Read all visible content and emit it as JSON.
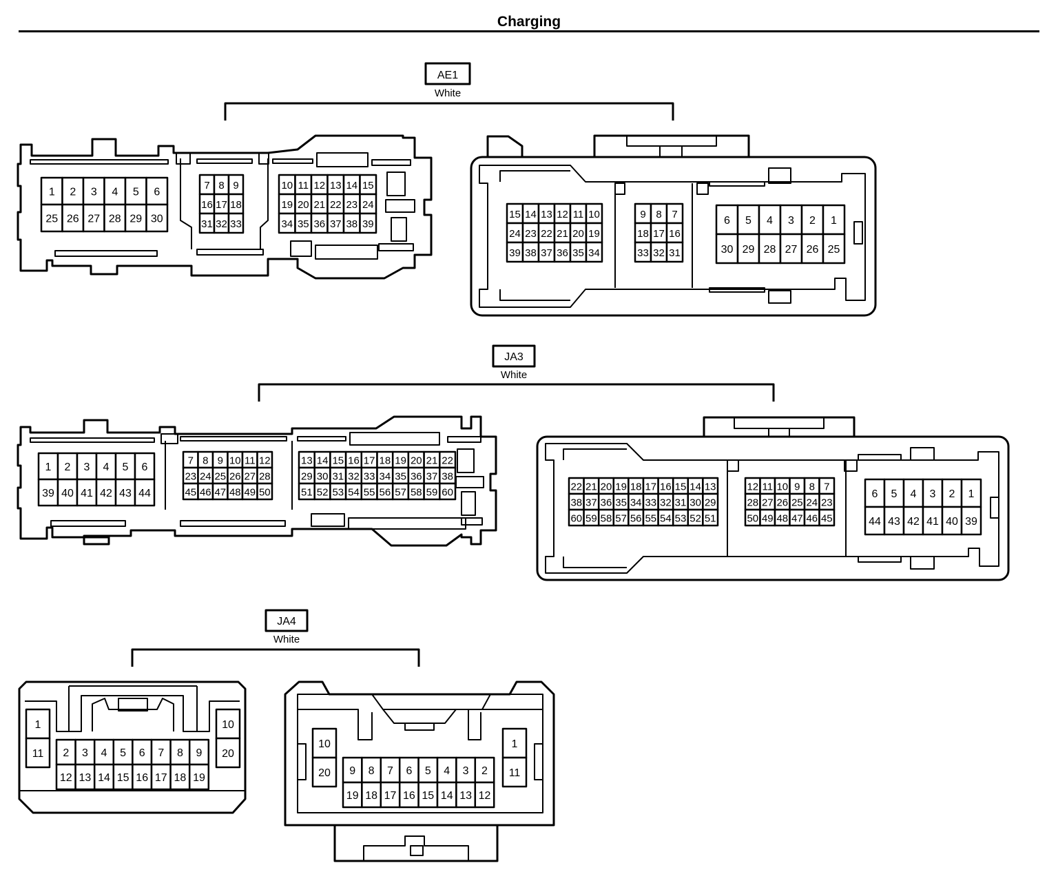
{
  "title": "Charging",
  "connectors": [
    {
      "id": "AE1",
      "color": "White",
      "male": [
        [
          [
            "1",
            "2",
            "3",
            "4",
            "5",
            "6"
          ],
          [
            "25",
            "26",
            "27",
            "28",
            "29",
            "30"
          ]
        ],
        [
          [
            "7",
            "8",
            "9"
          ],
          [
            "16",
            "17",
            "18"
          ],
          [
            "31",
            "32",
            "33"
          ]
        ],
        [
          [
            "10",
            "11",
            "12",
            "13",
            "14",
            "15"
          ],
          [
            "19",
            "20",
            "21",
            "22",
            "23",
            "24"
          ],
          [
            "34",
            "35",
            "36",
            "37",
            "38",
            "39"
          ]
        ]
      ],
      "female": [
        [
          [
            "15",
            "14",
            "13",
            "12",
            "11",
            "10"
          ],
          [
            "24",
            "23",
            "22",
            "21",
            "20",
            "19"
          ],
          [
            "39",
            "38",
            "37",
            "36",
            "35",
            "34"
          ]
        ],
        [
          [
            "9",
            "8",
            "7"
          ],
          [
            "18",
            "17",
            "16"
          ],
          [
            "33",
            "32",
            "31"
          ]
        ],
        [
          [
            "6",
            "5",
            "4",
            "3",
            "2",
            "1"
          ],
          [
            "30",
            "29",
            "28",
            "27",
            "26",
            "25"
          ]
        ]
      ]
    },
    {
      "id": "JA3",
      "color": "White",
      "male": [
        [
          [
            "1",
            "2",
            "3",
            "4",
            "5",
            "6"
          ],
          [
            "39",
            "40",
            "41",
            "42",
            "43",
            "44"
          ]
        ],
        [
          [
            "7",
            "8",
            "9",
            "10",
            "11",
            "12"
          ],
          [
            "23",
            "24",
            "25",
            "26",
            "27",
            "28"
          ],
          [
            "45",
            "46",
            "47",
            "48",
            "49",
            "50"
          ]
        ],
        [
          [
            "13",
            "14",
            "15",
            "16",
            "17",
            "18",
            "19",
            "20",
            "21",
            "22"
          ],
          [
            "29",
            "30",
            "31",
            "32",
            "33",
            "34",
            "35",
            "36",
            "37",
            "38"
          ],
          [
            "51",
            "52",
            "53",
            "54",
            "55",
            "56",
            "57",
            "58",
            "59",
            "60"
          ]
        ]
      ],
      "female": [
        [
          [
            "22",
            "21",
            "20",
            "19",
            "18",
            "17",
            "16",
            "15",
            "14",
            "13"
          ],
          [
            "38",
            "37",
            "36",
            "35",
            "34",
            "33",
            "32",
            "31",
            "30",
            "29"
          ],
          [
            "60",
            "59",
            "58",
            "57",
            "56",
            "55",
            "54",
            "53",
            "52",
            "51"
          ]
        ],
        [
          [
            "12",
            "11",
            "10",
            "9",
            "8",
            "7"
          ],
          [
            "28",
            "27",
            "26",
            "25",
            "24",
            "23"
          ],
          [
            "50",
            "49",
            "48",
            "47",
            "46",
            "45"
          ]
        ],
        [
          [
            "6",
            "5",
            "4",
            "3",
            "2",
            "1"
          ],
          [
            "44",
            "43",
            "42",
            "41",
            "40",
            "39"
          ]
        ]
      ]
    },
    {
      "id": "JA4",
      "color": "White",
      "male": [
        [
          [
            "1"
          ],
          [
            "11"
          ]
        ],
        [
          [
            "2",
            "3",
            "4",
            "5",
            "6",
            "7",
            "8",
            "9"
          ],
          [
            "12",
            "13",
            "14",
            "15",
            "16",
            "17",
            "18",
            "19"
          ]
        ],
        [
          [
            "10"
          ],
          [
            "20"
          ]
        ]
      ],
      "female": [
        [
          [
            "10"
          ],
          [
            "20"
          ]
        ],
        [
          [
            "9",
            "8",
            "7",
            "6",
            "5",
            "4",
            "3",
            "2"
          ],
          [
            "19",
            "18",
            "17",
            "16",
            "15",
            "14",
            "13",
            "12"
          ]
        ],
        [
          [
            "1"
          ],
          [
            "11"
          ]
        ]
      ]
    }
  ]
}
